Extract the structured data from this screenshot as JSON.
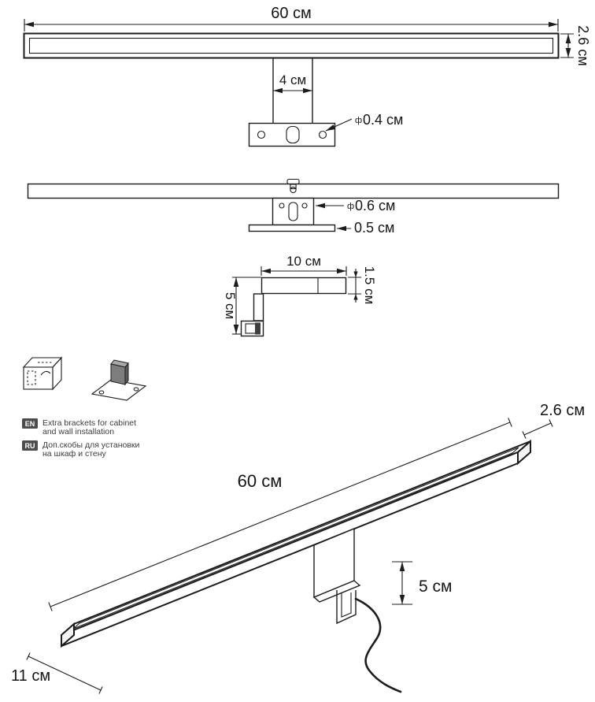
{
  "colors": {
    "line": "#1c1c1c",
    "text": "#151515",
    "badge_bg": "#4d4d4d",
    "background": "#ffffff"
  },
  "front_view": {
    "length": "60 см",
    "height": "2.6 см",
    "bracket_width": "4 см",
    "hole_diameter": "0.4 см",
    "diameter_prefix": "ф"
  },
  "back_view": {
    "hole_diameter": "0.6 см",
    "plate_thickness": "0.5 см",
    "diameter_prefix": "ф"
  },
  "side_view": {
    "depth": "10 см",
    "thickness": "1.5 см",
    "drop": "5 см"
  },
  "note": {
    "en_code": "EN",
    "en_line1": "Extra brackets for cabinet",
    "en_line2": "and wall installation",
    "ru_code": "RU",
    "ru_line1": "Доп.скобы для установки",
    "ru_line2": "на шкаф и стену"
  },
  "perspective_view": {
    "height": "2.6 см",
    "length": "60 см",
    "drop": "5 см",
    "depth": "11 см"
  }
}
